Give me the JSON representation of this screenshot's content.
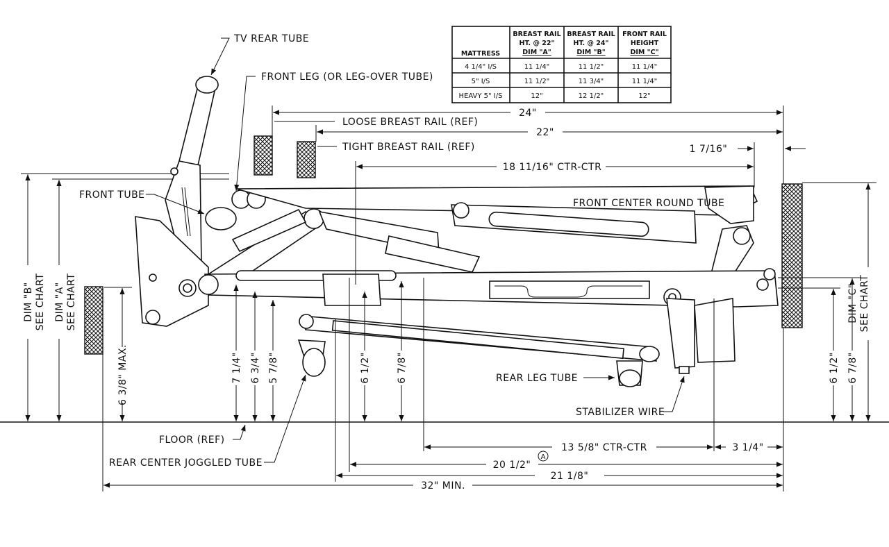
{
  "table": {
    "headers": [
      "MATTRESS",
      "BREAST RAIL HT. @ 22\" DIM \"A\"",
      "BREAST RAIL HT. @ 24\" DIM \"B\"",
      "FRONT RAIL HEIGHT DIM \"C\""
    ],
    "header_lines": [
      [
        "MATTRESS"
      ],
      [
        "BREAST RAIL",
        "HT. @ 22\"",
        "DIM \"A\""
      ],
      [
        "BREAST RAIL",
        "HT. @ 24\"",
        "DIM \"B\""
      ],
      [
        "FRONT RAIL",
        "HEIGHT",
        "DIM \"C\""
      ]
    ],
    "rows": [
      [
        "4 1/4\" I/S",
        "11 1/4\"",
        "11 1/2\"",
        "11 1/4\""
      ],
      [
        "5\" I/S",
        "11 1/2\"",
        "11 3/4\"",
        "11 1/4\""
      ],
      [
        "HEAVY 5\" I/S",
        "12\"",
        "12 1/2\"",
        "12\""
      ]
    ]
  },
  "labels": {
    "tv_rear_tube": "TV REAR TUBE",
    "front_leg": "FRONT LEG (OR LEG-OVER TUBE)",
    "loose_breast_rail": "LOOSE BREAST RAIL (REF)",
    "tight_breast_rail": "TIGHT BREAST RAIL (REF)",
    "front_tube": "FRONT TUBE",
    "front_center_round_tube": "FRONT CENTER ROUND TUBE",
    "rear_leg_tube": "REAR LEG TUBE",
    "stabilizer_wire": "STABILIZER WIRE",
    "floor": "FLOOR (REF)",
    "rear_center_joggled_tube": "REAR CENTER JOGGLED TUBE",
    "callout_a": "A"
  },
  "dimensions": {
    "d24": "24\"",
    "d22": "22\"",
    "d1_7_16": "1 7/16\"",
    "d18_11_16": "18 11/16\" CTR-CTR",
    "d13_5_8": "13 5/8\" CTR-CTR",
    "d3_1_4": "3 1/4\"",
    "d20_1_2": "20 1/2\"",
    "d21_1_8": "21 1/8\"",
    "d32_min": "32\" MIN.",
    "dim_b": "DIM \"B\"",
    "dim_a": "DIM \"A\"",
    "dim_c": "DIM \"C\"",
    "see_chart": "SEE CHART",
    "v6_3_8": "6 3/8\" MAX.",
    "v7_1_4": "7 1/4\"",
    "v6_3_4": "6 3/4\"",
    "v5_7_8": "5 7/8\"",
    "v6_1_2": "6 1/2\"",
    "v6_7_8": "6 7/8\"",
    "v6_1_2_r": "6 1/2\"",
    "v6_7_8_r": "6 7/8\""
  }
}
